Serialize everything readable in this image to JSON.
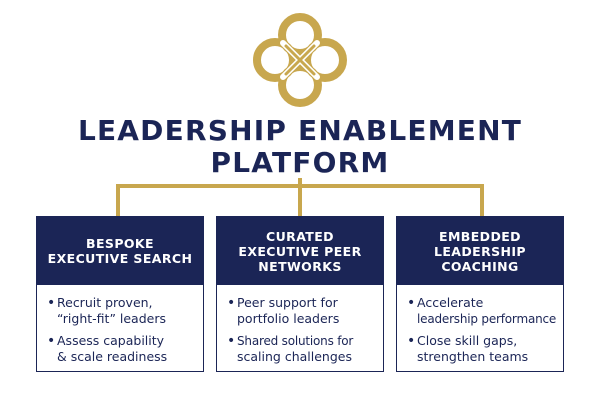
{
  "colors": {
    "navy": "#1b2556",
    "gold": "#c8a74e",
    "background": "#ffffff"
  },
  "logo": {
    "icon": "interlocking-gold-loops-logo"
  },
  "title": {
    "line_1": "LEADERSHIP ENABLEMENT",
    "line_2": "PLATFORM"
  },
  "cards": [
    {
      "header": [
        "BESPOKE",
        "EXECUTIVE SEARCH"
      ],
      "bullets": [
        [
          "Recruit proven,",
          "“right-fit” leaders"
        ],
        [
          "Assess capability",
          "& scale readiness"
        ]
      ]
    },
    {
      "header": [
        "CURATED",
        "EXECUTIVE PEER",
        "NETWORKS"
      ],
      "bullets": [
        [
          "Peer support for",
          "portfolio leaders"
        ],
        [
          "Shared solutions for",
          "scaling challenges"
        ]
      ]
    },
    {
      "header": [
        "EMBEDDED",
        "LEADERSHIP",
        "COACHING"
      ],
      "bullets": [
        [
          "Accelerate",
          "leadership performance"
        ],
        [
          "Close skill gaps,",
          "strengthen teams"
        ]
      ]
    }
  ]
}
